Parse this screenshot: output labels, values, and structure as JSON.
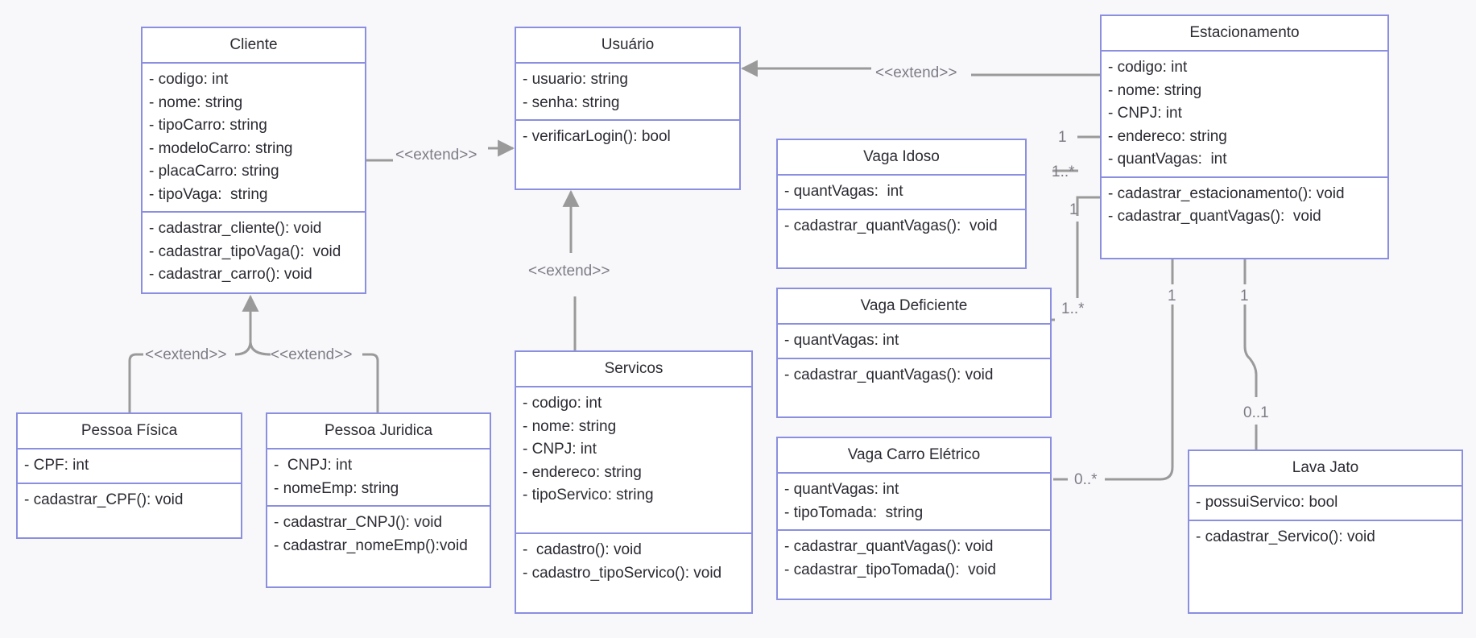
{
  "colors": {
    "border": "#8b8fe0",
    "connector": "#9a9a9a",
    "label": "#7d7d86",
    "background": "#f8f8fb"
  },
  "classes": {
    "cliente": {
      "title": "Cliente",
      "attrs": [
        "- codigo: int",
        "- nome: string",
        "- tipoCarro: string",
        "- modeloCarro: string",
        "- placaCarro: string",
        "- tipoVaga:  string"
      ],
      "methods": [
        "- cadastrar_cliente(): void",
        "- cadastrar_tipoVaga():  void",
        "- cadastrar_carro(): void"
      ]
    },
    "usuario": {
      "title": "Usuário",
      "attrs": [
        "- usuario: string",
        "- senha: string"
      ],
      "methods": [
        "- verificarLogin(): bool"
      ]
    },
    "estacionamento": {
      "title": "Estacionamento",
      "attrs": [
        "- codigo: int",
        "- nome: string",
        "- CNPJ: int",
        "- endereco: string",
        "- quantVagas:  int"
      ],
      "methods": [
        "- cadastrar_estacionamento(): void",
        "- cadastrar_quantVagas():  void"
      ]
    },
    "vaga_idoso": {
      "title": "Vaga Idoso",
      "attrs": [
        "- quantVagas:  int"
      ],
      "methods": [
        "- cadastrar_quantVagas():  void"
      ]
    },
    "vaga_deficiente": {
      "title": "Vaga Deficiente",
      "attrs": [
        "- quantVagas: int"
      ],
      "methods": [
        "- cadastrar_quantVagas(): void"
      ]
    },
    "vaga_carro_eletrico": {
      "title": "Vaga Carro Elétrico",
      "attrs": [
        "- quantVagas: int",
        "- tipoTomada:  string"
      ],
      "methods": [
        "- cadastrar_quantVagas(): void",
        "- cadastrar_tipoTomada():  void"
      ]
    },
    "servicos": {
      "title": "Servicos",
      "attrs": [
        "- codigo: int",
        "- nome: string",
        "- CNPJ: int",
        "- endereco: string",
        "- tipoServico: string"
      ],
      "methods": [
        "-  cadastro(): void",
        "- cadastro_tipoServico(): void"
      ]
    },
    "pessoa_fisica": {
      "title": "Pessoa  Física",
      "attrs": [
        "- CPF: int"
      ],
      "methods": [
        "- cadastrar_CPF(): void"
      ]
    },
    "pessoa_juridica": {
      "title": "Pessoa Juridica",
      "attrs": [
        "-  CNPJ: int",
        "- nomeEmp: string"
      ],
      "methods": [
        "- cadastrar_CNPJ(): void",
        "- cadastrar_nomeEmp():void"
      ]
    },
    "lava_jato": {
      "title": "Lava Jato",
      "attrs": [
        "- possuiServico: bool"
      ],
      "methods": [
        "- cadastrar_Servico(): void"
      ]
    }
  },
  "labels": {
    "extend_cliente_usuario": "<<extend>>",
    "extend_estac_usuario": "<<extend>>",
    "extend_servicos_usuario": "<<extend>>",
    "extend_pf_cliente": "<<extend>>",
    "extend_pj_cliente": "<<extend>>",
    "mult_estac_idoso": "1",
    "mult_idoso": "1..*",
    "mult_estac_def": "1",
    "mult_def": "1..*",
    "mult_estac_eletrico": "1",
    "mult_eletrico": "0..*",
    "mult_estac_lava": "1",
    "mult_lava": "0..1"
  }
}
